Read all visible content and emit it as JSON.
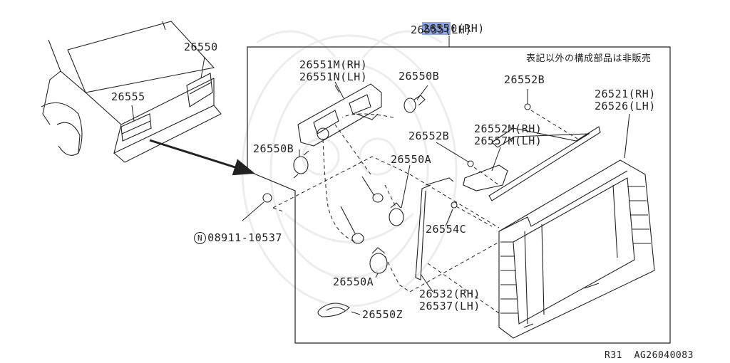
{
  "main_label": {
    "highlight": "2655",
    "rest_line1": "0(RH)",
    "line2": "26555(LH)"
  },
  "note_text": "表記以外の構成部品は非販売",
  "car_labels": {
    "rh": "26550",
    "lh": "26555"
  },
  "part_labels": {
    "p26551_line1": "26551M(RH)",
    "p26551_line2": "26551N(LH)",
    "p26550B_top": "26550B",
    "p26550B_left": "26550B",
    "p26552B_top": "26552B",
    "p26552B_mid": "26552B",
    "p26521_line1": "26521(RH)",
    "p26521_line2": "26526(LH)",
    "p26552M_line1": "26552M(RH)",
    "p26552M_line2": "26557M(LH)",
    "p26550A_mid": "26550A",
    "p26550A_low": "26550A",
    "p26554C": "26554C",
    "p26532_line1": "26532(RH)",
    "p26532_line2": "26537(LH)",
    "p26550Z": "26550Z",
    "nut_symbol": "N",
    "nut_part": "08911-10537"
  },
  "footer_ref": "R31  AG26040083"
}
